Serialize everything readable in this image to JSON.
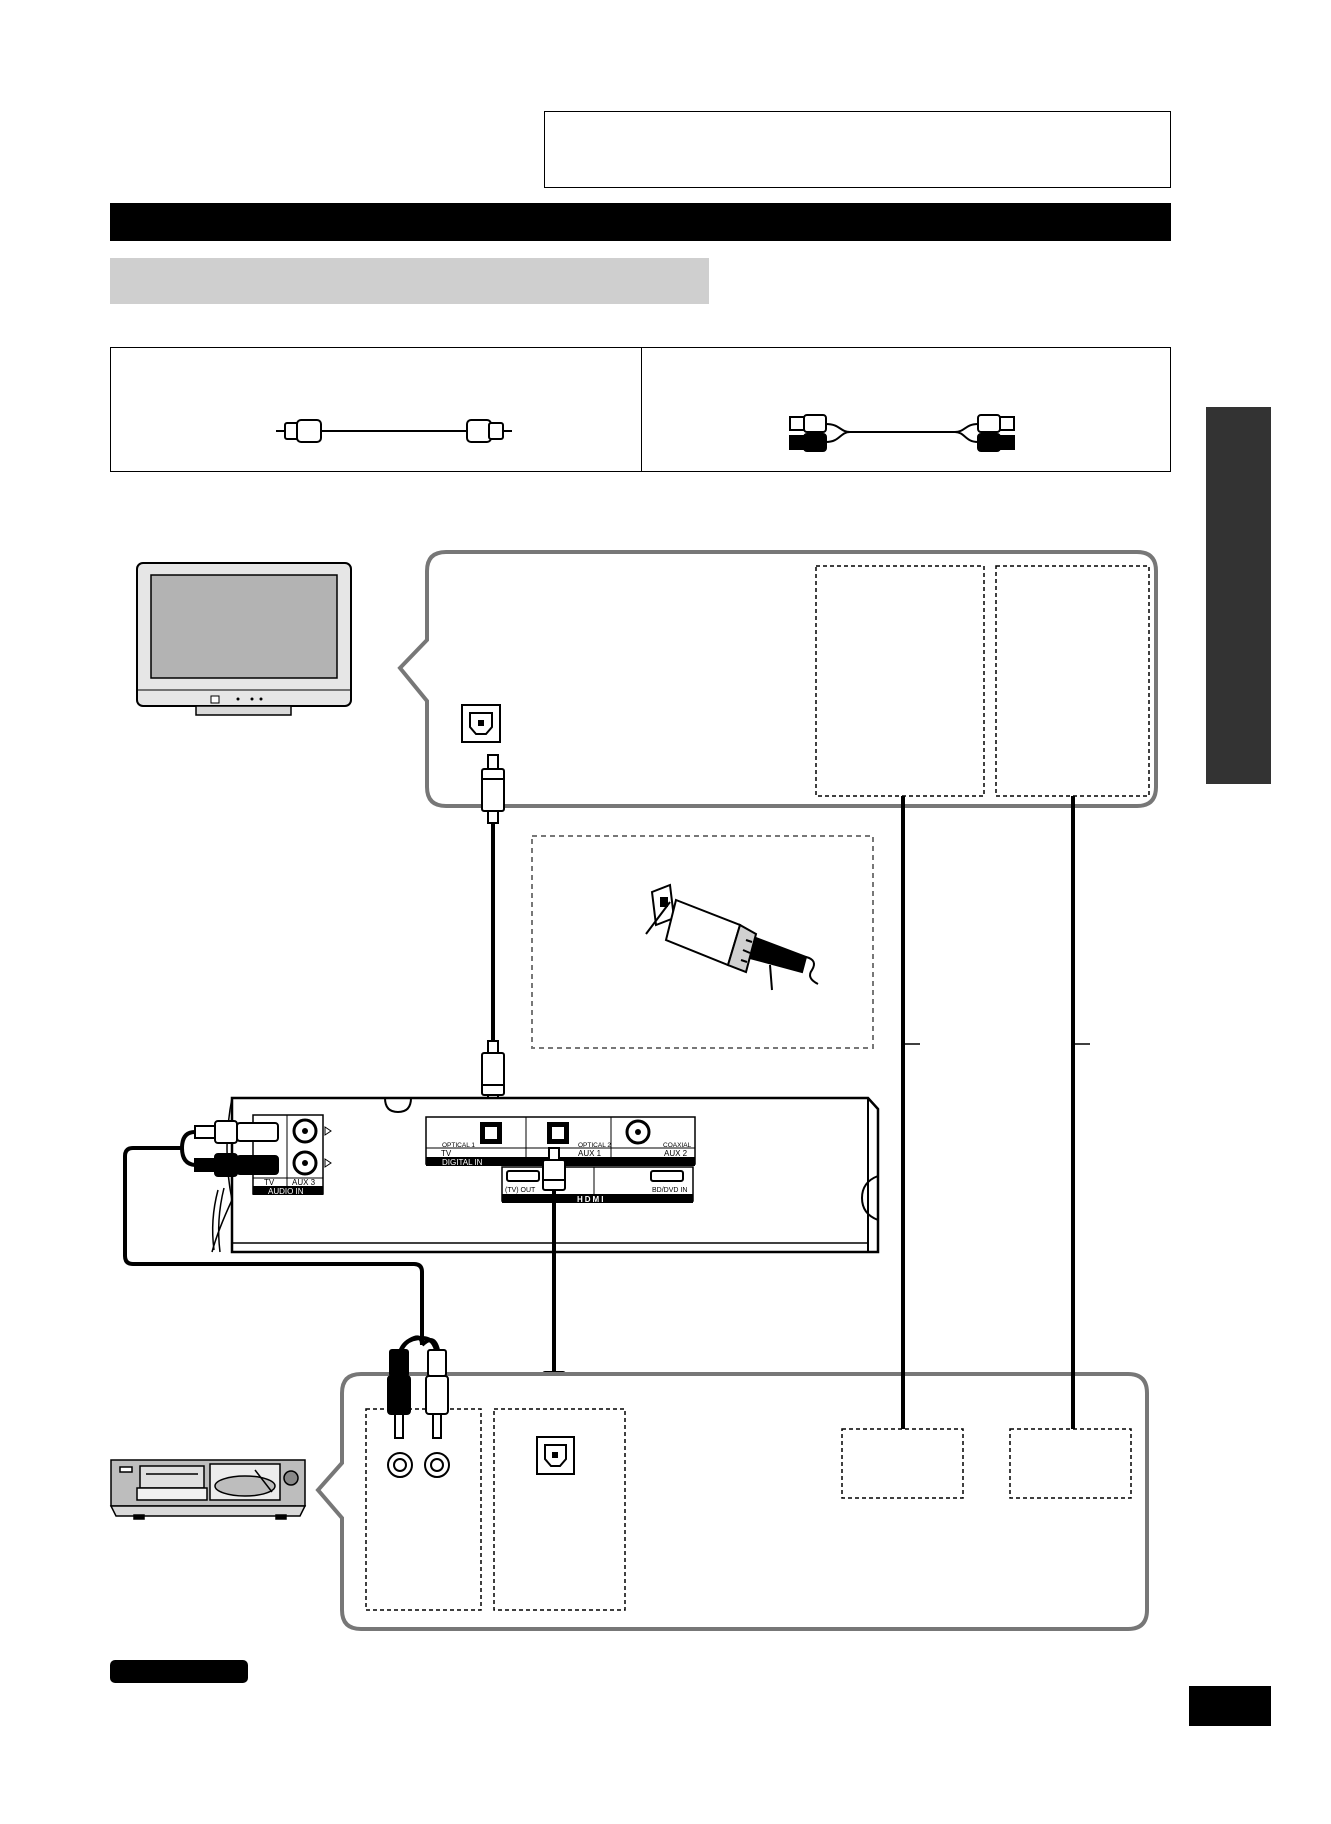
{
  "receiver": {
    "digital_in": {
      "group_label": "DIGITAL IN",
      "ports": [
        {
          "name": "OPTICAL 1",
          "source": "TV"
        },
        {
          "name": "OPTICAL 2",
          "source": "AUX 1"
        },
        {
          "name": "COAXIAL",
          "source": "AUX 2"
        }
      ]
    },
    "audio_in": {
      "group_label": "AUDIO IN",
      "inputs": [
        "TV",
        "AUX 3"
      ]
    },
    "hdmi": {
      "logo": "HDMI",
      "ports": [
        "(TV) OUT",
        "BD/DVD IN"
      ]
    }
  }
}
